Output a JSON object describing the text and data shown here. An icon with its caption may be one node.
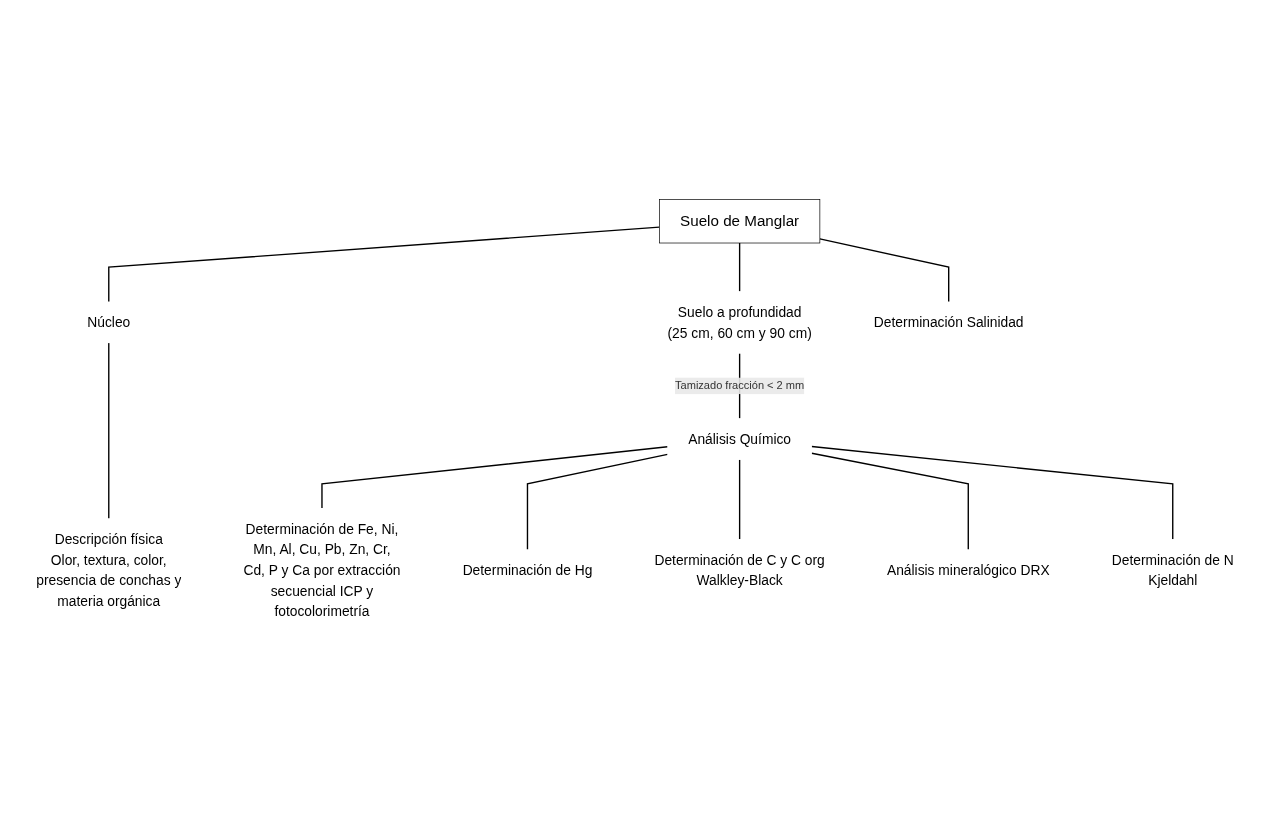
{
  "diagram": {
    "nodes": [
      {
        "text": [
          "Suelo de Manglar"
        ]
      },
      {
        "text": [
          "Núcleo"
        ]
      },
      {
        "text": [
          "Suelo a profundidad",
          "(25 cm, 60 cm y 90 cm)"
        ]
      },
      {
        "text": [
          "Determinación Salinidad"
        ]
      },
      {
        "text": [
          "Descripción física",
          "Olor, textura, color, presencia de conchas y materia orgánica"
        ]
      },
      {
        "text": [
          "Análisis Químico"
        ]
      },
      {
        "text": [
          "Determinación de Fe, Ni, Mn, Al, Cu, Pb, Zn, Cr, Cd, P y Ca por extracción secuencial ICP y fotocolorimetría"
        ]
      },
      {
        "text": [
          "Determinación de Hg"
        ]
      },
      {
        "text": [
          "Determinación de C y C org Walkley-Black"
        ]
      },
      {
        "text": [
          "Análisis mineralógico DRX"
        ]
      },
      {
        "text": [
          "Determinación de N Kjeldahl"
        ]
      }
    ],
    "edges": [
      {
        "from": 0,
        "to": 1,
        "arrow": "none"
      },
      {
        "from": 0,
        "to": 2,
        "arrow": "none"
      },
      {
        "from": 0,
        "to": 3,
        "arrow": "none"
      },
      {
        "from": 1,
        "to": 4,
        "arrow": "none"
      },
      {
        "from": 2,
        "to": 5,
        "label": "Tamizado fracción < 2 mm",
        "arrow": "none"
      },
      {
        "from": 5,
        "to": 6,
        "arrow": "none"
      },
      {
        "from": 5,
        "to": 7,
        "arrow": "none"
      },
      {
        "from": 5,
        "to": 8,
        "arrow": "none"
      },
      {
        "from": 5,
        "to": 9,
        "arrow": "none"
      },
      {
        "from": 5,
        "to": 10,
        "arrow": "none"
      }
    ]
  }
}
